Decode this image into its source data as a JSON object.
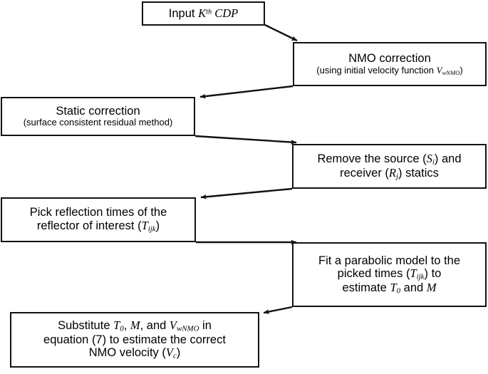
{
  "figure": {
    "kind": "flowchart",
    "orientation": "zigzag-vertical",
    "background_color": "#ffffff",
    "line_color": "#111111",
    "text_color": "#000000"
  },
  "nodes": [
    {
      "id": "input",
      "name": "input-kth-cdp",
      "lines": [
        {
          "segments": [
            {
              "text": "Input ",
              "style": "plain"
            },
            {
              "text": "K",
              "style": "math-italic"
            },
            {
              "text": "th",
              "style": "superscript-italic"
            },
            {
              "text": " CDP",
              "style": "math-italic"
            }
          ]
        }
      ],
      "plain_text": "Input K th CDP"
    },
    {
      "id": "nmo",
      "name": "nmo-correction",
      "lines": [
        {
          "segments": [
            {
              "text": "NMO correction",
              "style": "plain"
            }
          ]
        },
        {
          "segments": [
            {
              "text": "(using initial velocity function ",
              "style": "plain"
            },
            {
              "text": "V",
              "style": "math-italic"
            },
            {
              "text": "wNMO",
              "style": "subscript-italic"
            },
            {
              "text": ")",
              "style": "plain"
            }
          ]
        }
      ],
      "plain_text": "NMO correction (using initial velocity function V wNMO )"
    },
    {
      "id": "static",
      "name": "static-correction",
      "lines": [
        {
          "segments": [
            {
              "text": "Static correction",
              "style": "plain"
            }
          ]
        },
        {
          "segments": [
            {
              "text": "(surface consistent residual method)",
              "style": "plain"
            }
          ]
        }
      ],
      "plain_text": "Static correction (surface consistent residual method)"
    },
    {
      "id": "remove",
      "name": "remove-source-receiver-statics",
      "lines": [
        {
          "segments": [
            {
              "text": "Remove the source (",
              "style": "plain"
            },
            {
              "text": "S",
              "style": "math-italic"
            },
            {
              "text": "i",
              "style": "subscript-italic"
            },
            {
              "text": ") and",
              "style": "plain"
            }
          ]
        },
        {
          "segments": [
            {
              "text": "receiver (",
              "style": "plain"
            },
            {
              "text": "R",
              "style": "math-italic"
            },
            {
              "text": "j",
              "style": "subscript-italic"
            },
            {
              "text": ") statics",
              "style": "plain"
            }
          ]
        }
      ],
      "plain_text": "Remove the source (S i) and receiver (R j) statics"
    },
    {
      "id": "pick",
      "name": "pick-reflection-times",
      "lines": [
        {
          "segments": [
            {
              "text": "Pick reflection times of the",
              "style": "plain"
            }
          ]
        },
        {
          "segments": [
            {
              "text": "reflector of interest (",
              "style": "plain"
            },
            {
              "text": "T",
              "style": "math-italic"
            },
            {
              "text": "ijk",
              "style": "subscript-italic"
            },
            {
              "text": ")",
              "style": "plain"
            }
          ]
        }
      ],
      "plain_text": "Pick reflection times of the reflector of interest (T ijk)"
    },
    {
      "id": "fit",
      "name": "fit-parabolic-model",
      "lines": [
        {
          "segments": [
            {
              "text": "Fit a parabolic model to the",
              "style": "plain"
            }
          ]
        },
        {
          "segments": [
            {
              "text": "picked times (",
              "style": "plain"
            },
            {
              "text": "T",
              "style": "math-italic"
            },
            {
              "text": "ijk",
              "style": "subscript-italic"
            },
            {
              "text": ") to",
              "style": "plain"
            }
          ]
        },
        {
          "segments": [
            {
              "text": "estimate ",
              "style": "plain"
            },
            {
              "text": "T",
              "style": "math-italic"
            },
            {
              "text": "0",
              "style": "subscript-italic"
            },
            {
              "text": " and ",
              "style": "plain"
            },
            {
              "text": "M",
              "style": "math-italic"
            }
          ]
        }
      ],
      "plain_text": "Fit a parabolic model to the picked times (T ijk) to estimate T 0 and M"
    },
    {
      "id": "substitute",
      "name": "substitute-estimate-nmo-velocity",
      "lines": [
        {
          "segments": [
            {
              "text": "Substitute ",
              "style": "plain"
            },
            {
              "text": "T",
              "style": "math-italic"
            },
            {
              "text": "0",
              "style": "subscript-italic"
            },
            {
              "text": ", ",
              "style": "plain"
            },
            {
              "text": "M",
              "style": "math-italic"
            },
            {
              "text": ", and ",
              "style": "plain"
            },
            {
              "text": "V",
              "style": "math-italic"
            },
            {
              "text": "wNMO",
              "style": "subscript-italic"
            },
            {
              "text": " in",
              "style": "plain"
            }
          ]
        },
        {
          "segments": [
            {
              "text": "equation (7) to estimate the correct",
              "style": "plain"
            }
          ]
        },
        {
          "segments": [
            {
              "text": "NMO velocity (",
              "style": "plain"
            },
            {
              "text": "V",
              "style": "math-italic"
            },
            {
              "text": "c",
              "style": "subscript-italic"
            },
            {
              "text": ")",
              "style": "plain"
            }
          ]
        }
      ],
      "plain_text": "Substitute T 0, M, and V wNMO in equation (7) to estimate the correct NMO velocity (V c)"
    }
  ],
  "connectors": [
    {
      "id": "c1",
      "name": "arrow-input-to-nmo",
      "from": "input",
      "to": "nmo",
      "direction": "down-right"
    },
    {
      "id": "c2",
      "name": "arrow-nmo-to-static",
      "from": "nmo",
      "to": "static",
      "direction": "down-left"
    },
    {
      "id": "c3",
      "name": "arrow-static-to-remove",
      "from": "static",
      "to": "remove",
      "direction": "down-right"
    },
    {
      "id": "c4",
      "name": "arrow-remove-to-pick",
      "from": "remove",
      "to": "pick",
      "direction": "down-left"
    },
    {
      "id": "c5",
      "name": "arrow-pick-to-fit",
      "from": "pick",
      "to": "fit",
      "direction": "right"
    },
    {
      "id": "c6",
      "name": "arrow-fit-to-substitute",
      "from": "fit",
      "to": "substitute",
      "direction": "down-left"
    }
  ]
}
